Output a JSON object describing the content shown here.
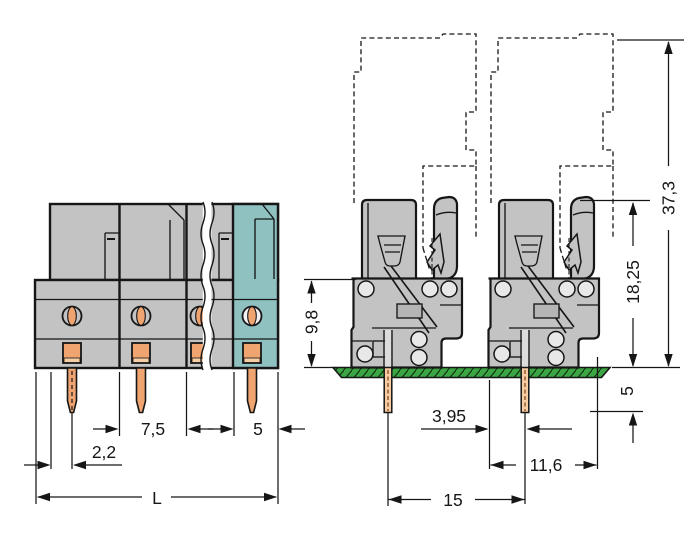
{
  "drawing_type": "terminal-block-dimension-drawing",
  "colors": {
    "body": "#c3c3c3",
    "body_inner": "#e8e8e8",
    "end_segment": "#8ec1c0",
    "hole_light": "#f2f2f2",
    "copper": "#f0a470",
    "copper_light": "#f6cda4",
    "pcb": "#3ca644",
    "ink": "#161616"
  },
  "front_view": {
    "dims": {
      "pin_offset": "2,2",
      "pole_pitch": "7,5",
      "end_segment_width": "5",
      "overall_length": "L"
    }
  },
  "side_view": {
    "dims": {
      "total_height": "37,3",
      "height_above_board": "18,25",
      "socket_height": "9,8",
      "pin_length_below_board": "5",
      "pin_to_front_edge": "3,95",
      "housing_depth": "11,6",
      "pin_row_spacing": "15"
    }
  }
}
